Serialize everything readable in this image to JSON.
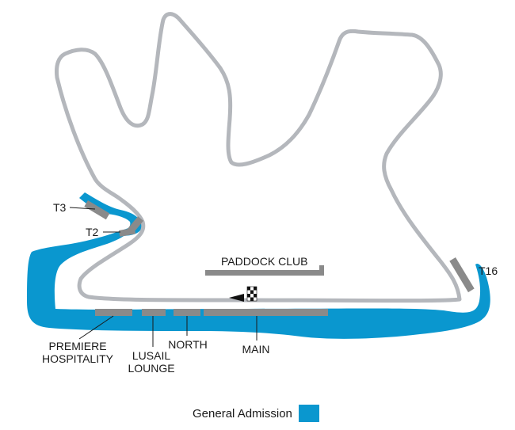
{
  "colors": {
    "general_admission": "#0a97cf",
    "track": "#b4b7bc",
    "grandstand": "#8a8a8a",
    "label": "#1a1a1a"
  },
  "stands": {
    "t3": "T3",
    "t2": "T2",
    "paddock_club": "PADDOCK CLUB",
    "t16": "T16",
    "premiere_line1": "PREMIERE",
    "premiere_line2": "HOSPITALITY",
    "lusail_line1": "LUSAIL",
    "lusail_line2": "LOUNGE",
    "north": "NORTH",
    "main": "MAIN"
  },
  "icons": {
    "start_finish": "checkered-flag-icon",
    "direction": "race-direction-arrow-icon"
  },
  "legend": {
    "label": "General Admission"
  }
}
